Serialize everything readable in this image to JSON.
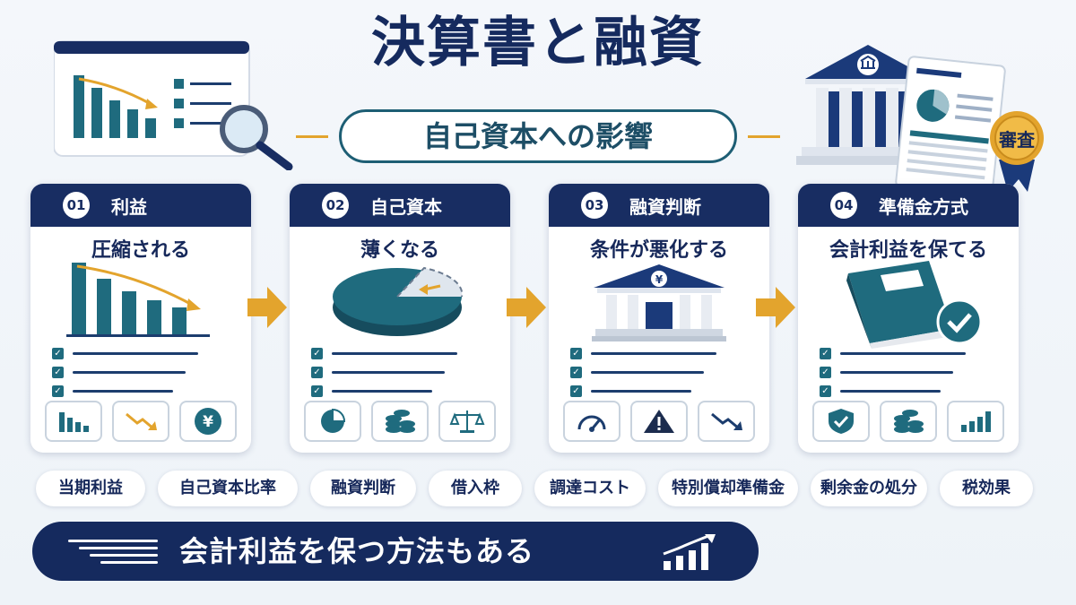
{
  "title": "決算書と融資",
  "subtitle": "自己資本への影響",
  "badge": "審査",
  "cards": [
    {
      "num": "01",
      "title": "利益",
      "sub": "圧縮される"
    },
    {
      "num": "02",
      "title": "自己資本",
      "sub": "薄くなる"
    },
    {
      "num": "03",
      "title": "融資判断",
      "sub": "条件が悪化する"
    },
    {
      "num": "04",
      "title": "準備金方式",
      "sub": "会計利益を保てる"
    }
  ],
  "tags": [
    "当期利益",
    "自己資本比率",
    "融資判断",
    "借入枠",
    "調達コスト",
    "特別償却準備金",
    "剰余金の処分",
    "税効果"
  ],
  "banner": "会計利益を保つ方法もある",
  "colors": {
    "navy": "#152a5e",
    "teal": "#1f6b7e",
    "gold": "#e3a42d"
  }
}
